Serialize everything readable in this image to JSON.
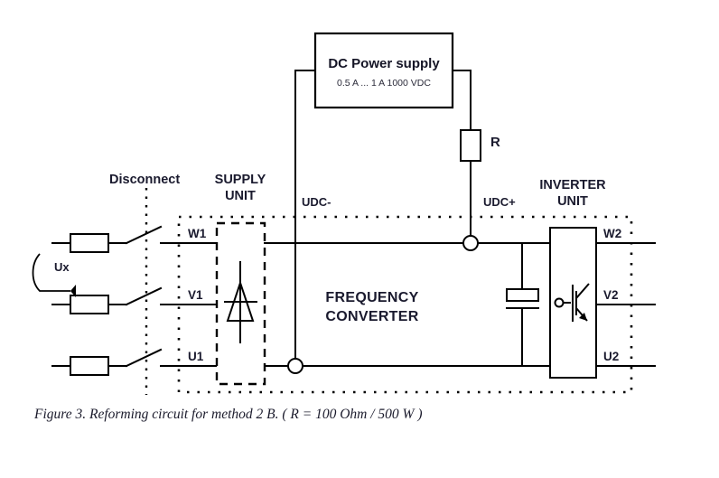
{
  "figure": {
    "caption": "Figure 3.  Reforming circuit for method 2 B. ( R = 100 Ohm / 500 W )"
  },
  "power_supply": {
    "title": "DC Power supply",
    "rating": "0.5 A ... 1 A 1000 VDC"
  },
  "resistor": {
    "label": "R",
    "value_note": "R = 100 Ohm / 500 W"
  },
  "source": {
    "label": "Ux"
  },
  "sections": {
    "disconnect": "Disconnect",
    "supply_unit_line1": "SUPPLY",
    "supply_unit_line2": "UNIT",
    "inverter_unit_line1": "INVERTER",
    "inverter_unit_line2": "UNIT",
    "frequency_converter_line1": "FREQUENCY",
    "frequency_converter_line2": "CONVERTER"
  },
  "rails": {
    "negative": "UDC-",
    "positive": "UDC+"
  },
  "input_terminals": [
    {
      "label": "W1"
    },
    {
      "label": "V1"
    },
    {
      "label": "U1"
    }
  ],
  "output_terminals": [
    {
      "label": "W2"
    },
    {
      "label": "V2"
    },
    {
      "label": "U2"
    }
  ],
  "colors": {
    "line": "#000000",
    "text": "#1a1a2e",
    "background": "#ffffff"
  }
}
